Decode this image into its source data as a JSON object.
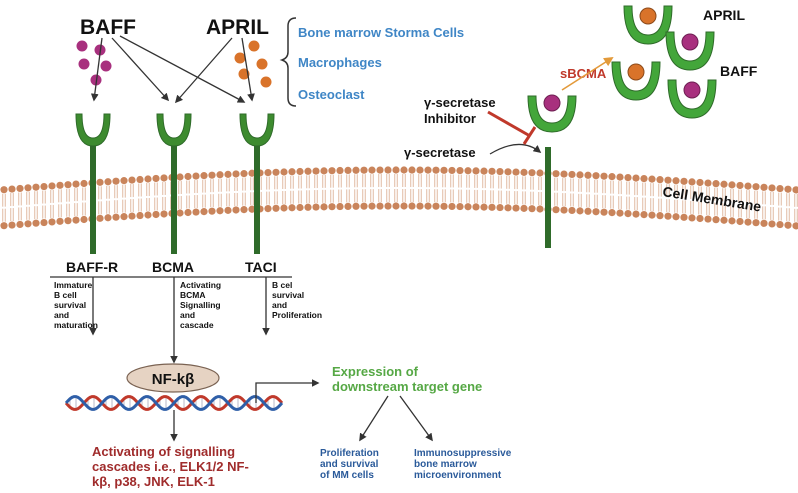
{
  "ligands": {
    "baff": "BAFF",
    "april": "APRIL"
  },
  "sources": [
    "Bone marrow Storma Cells",
    "Macrophages",
    "Osteoclast"
  ],
  "receptors": {
    "baffr": "BAFF-R",
    "bcma": "BCMA",
    "taci": "TACI"
  },
  "receptor_notes": {
    "baffr": [
      "Immature",
      "B cell",
      "survival",
      "and",
      "maturation"
    ],
    "bcma": [
      "Activating",
      "BCMA",
      "Signalling",
      "and",
      "cascade"
    ],
    "taci": [
      "B cel",
      "survival",
      "and",
      "Proliferation"
    ]
  },
  "nfkb": "NF-kβ",
  "expression": [
    "Expression of",
    "downstream target gene"
  ],
  "signalling": [
    "Activating of signalling",
    "cascades i.e., ELK1/2 NF-",
    "kβ, p38, JNK, ELK-1"
  ],
  "outcomes": {
    "proliferation": [
      "Proliferation",
      "and survival",
      "of MM cells"
    ],
    "immuno": [
      "Immunosuppressive",
      "bone marrow",
      "microenvironment"
    ]
  },
  "membrane_label": "Cell Membrane",
  "secretase": "γ-secretase",
  "inhibitor": [
    "γ-secretase",
    "Inhibitor"
  ],
  "sbcma": "sBCMA",
  "right_cluster": {
    "april": "APRIL",
    "baff": "BAFF"
  },
  "colors": {
    "baff_ligand": "#a8307e",
    "april_ligand": "#d9732a",
    "receptor_green": "#3d8b2f",
    "receptor_cup": "#43a63a",
    "stalk": "#2f6b2a",
    "membrane_head": "#c9845b",
    "sources_text": "#3f86c6",
    "expression_text": "#56a845",
    "signalling_text": "#a02c2c",
    "outcome_text": "#2a5a9a",
    "inhibitor_red": "#c0392b",
    "sbcma_arrow": "#e39a3a",
    "dna_red": "#c0392b",
    "dna_blue": "#2f5fa8"
  }
}
